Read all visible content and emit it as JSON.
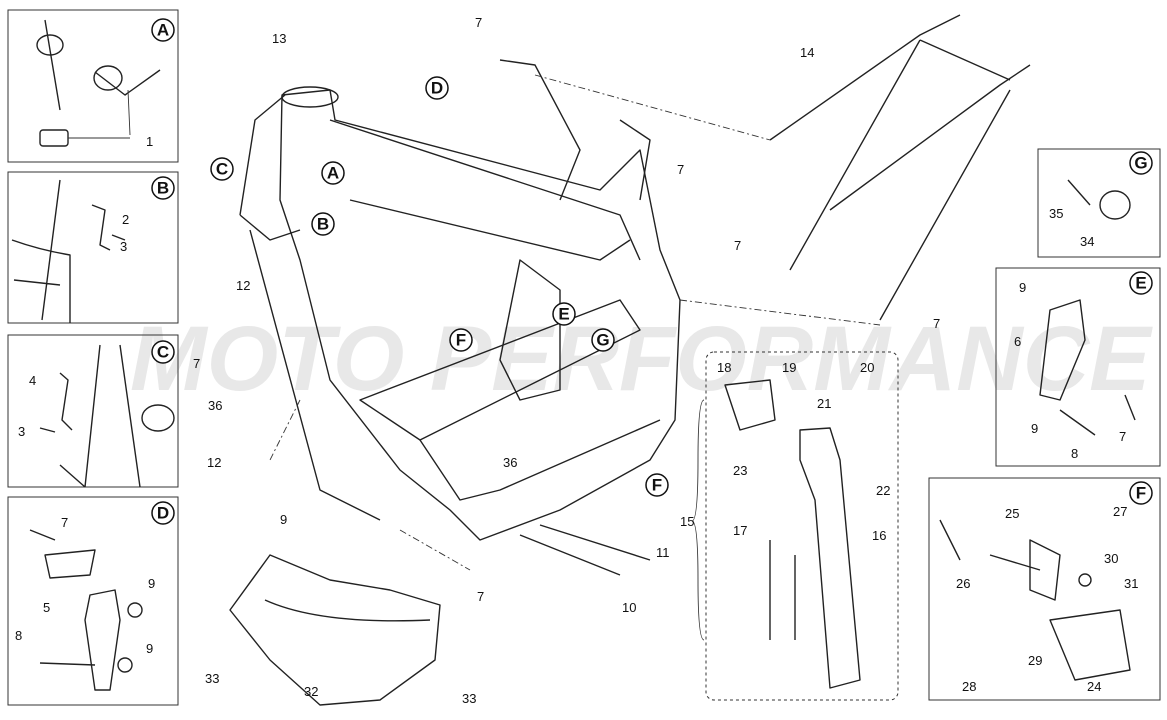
{
  "watermark": "MOTO PERFORMANCE",
  "insets": {
    "A": {
      "letter": "A",
      "labels": [
        "1"
      ]
    },
    "B": {
      "letter": "B",
      "labels": [
        "2",
        "3"
      ]
    },
    "C": {
      "letter": "C",
      "labels": [
        "4",
        "3"
      ]
    },
    "D": {
      "letter": "D",
      "labels": [
        "7",
        "9",
        "5",
        "8",
        "9"
      ]
    },
    "G": {
      "letter": "G",
      "labels": [
        "35",
        "34"
      ]
    },
    "E": {
      "letter": "E",
      "labels": [
        "9",
        "6",
        "9",
        "8",
        "7"
      ]
    },
    "F": {
      "letter": "F",
      "labels": [
        "25",
        "27",
        "30",
        "26",
        "31",
        "29",
        "28",
        "24"
      ]
    }
  },
  "main": {
    "callout_letters": [
      "C",
      "A",
      "B",
      "D",
      "E",
      "F",
      "G",
      "F"
    ],
    "labels": [
      "13",
      "7",
      "7",
      "14",
      "12",
      "7",
      "36",
      "12",
      "9",
      "36",
      "7",
      "11",
      "10",
      "33",
      "32",
      "33",
      "7",
      "7"
    ]
  },
  "stand": {
    "group_label": "15",
    "labels": [
      "18",
      "19",
      "20",
      "21",
      "23",
      "22",
      "17",
      "16"
    ]
  }
}
